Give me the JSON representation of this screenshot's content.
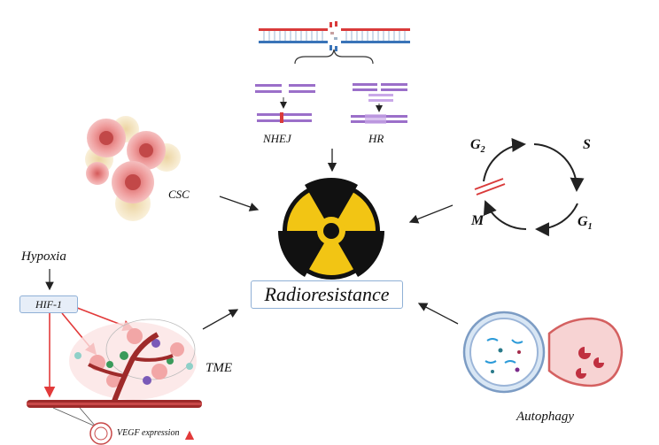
{
  "labels": {
    "nhej": "NHEJ",
    "hr": "HR",
    "csc": "CSC",
    "g2": "G",
    "g2_sub": "2",
    "s": "S",
    "m": "M",
    "g1": "G",
    "g1_sub": "1",
    "hypoxia": "Hypoxia",
    "hif1": "HIF-1",
    "tme": "TME",
    "vegf": "VEGF expression",
    "autophagy": "Autophagy",
    "radioresistance": "Radioresistance"
  },
  "colors": {
    "dna_red": "#d93a3a",
    "dna_blue": "#3a74b8",
    "dna_purple": "#9b6fc9",
    "radiation_yellow": "#f2c514",
    "radiation_black": "#111111",
    "cell_pink": "#ec8a8a",
    "cell_yellow": "#f3ddb0",
    "vessel_red": "#9e2a2a",
    "arrow_red": "#e23a3a",
    "box_border": "#8fb0d6"
  },
  "icons": [
    "dna-break-icon",
    "nhej-repair-icon",
    "hr-repair-icon",
    "radiation-icon",
    "cancer-stem-cell-cluster",
    "cell-cycle-icon",
    "tumor-microenvironment-icon",
    "autophagy-vesicle-icon"
  ]
}
